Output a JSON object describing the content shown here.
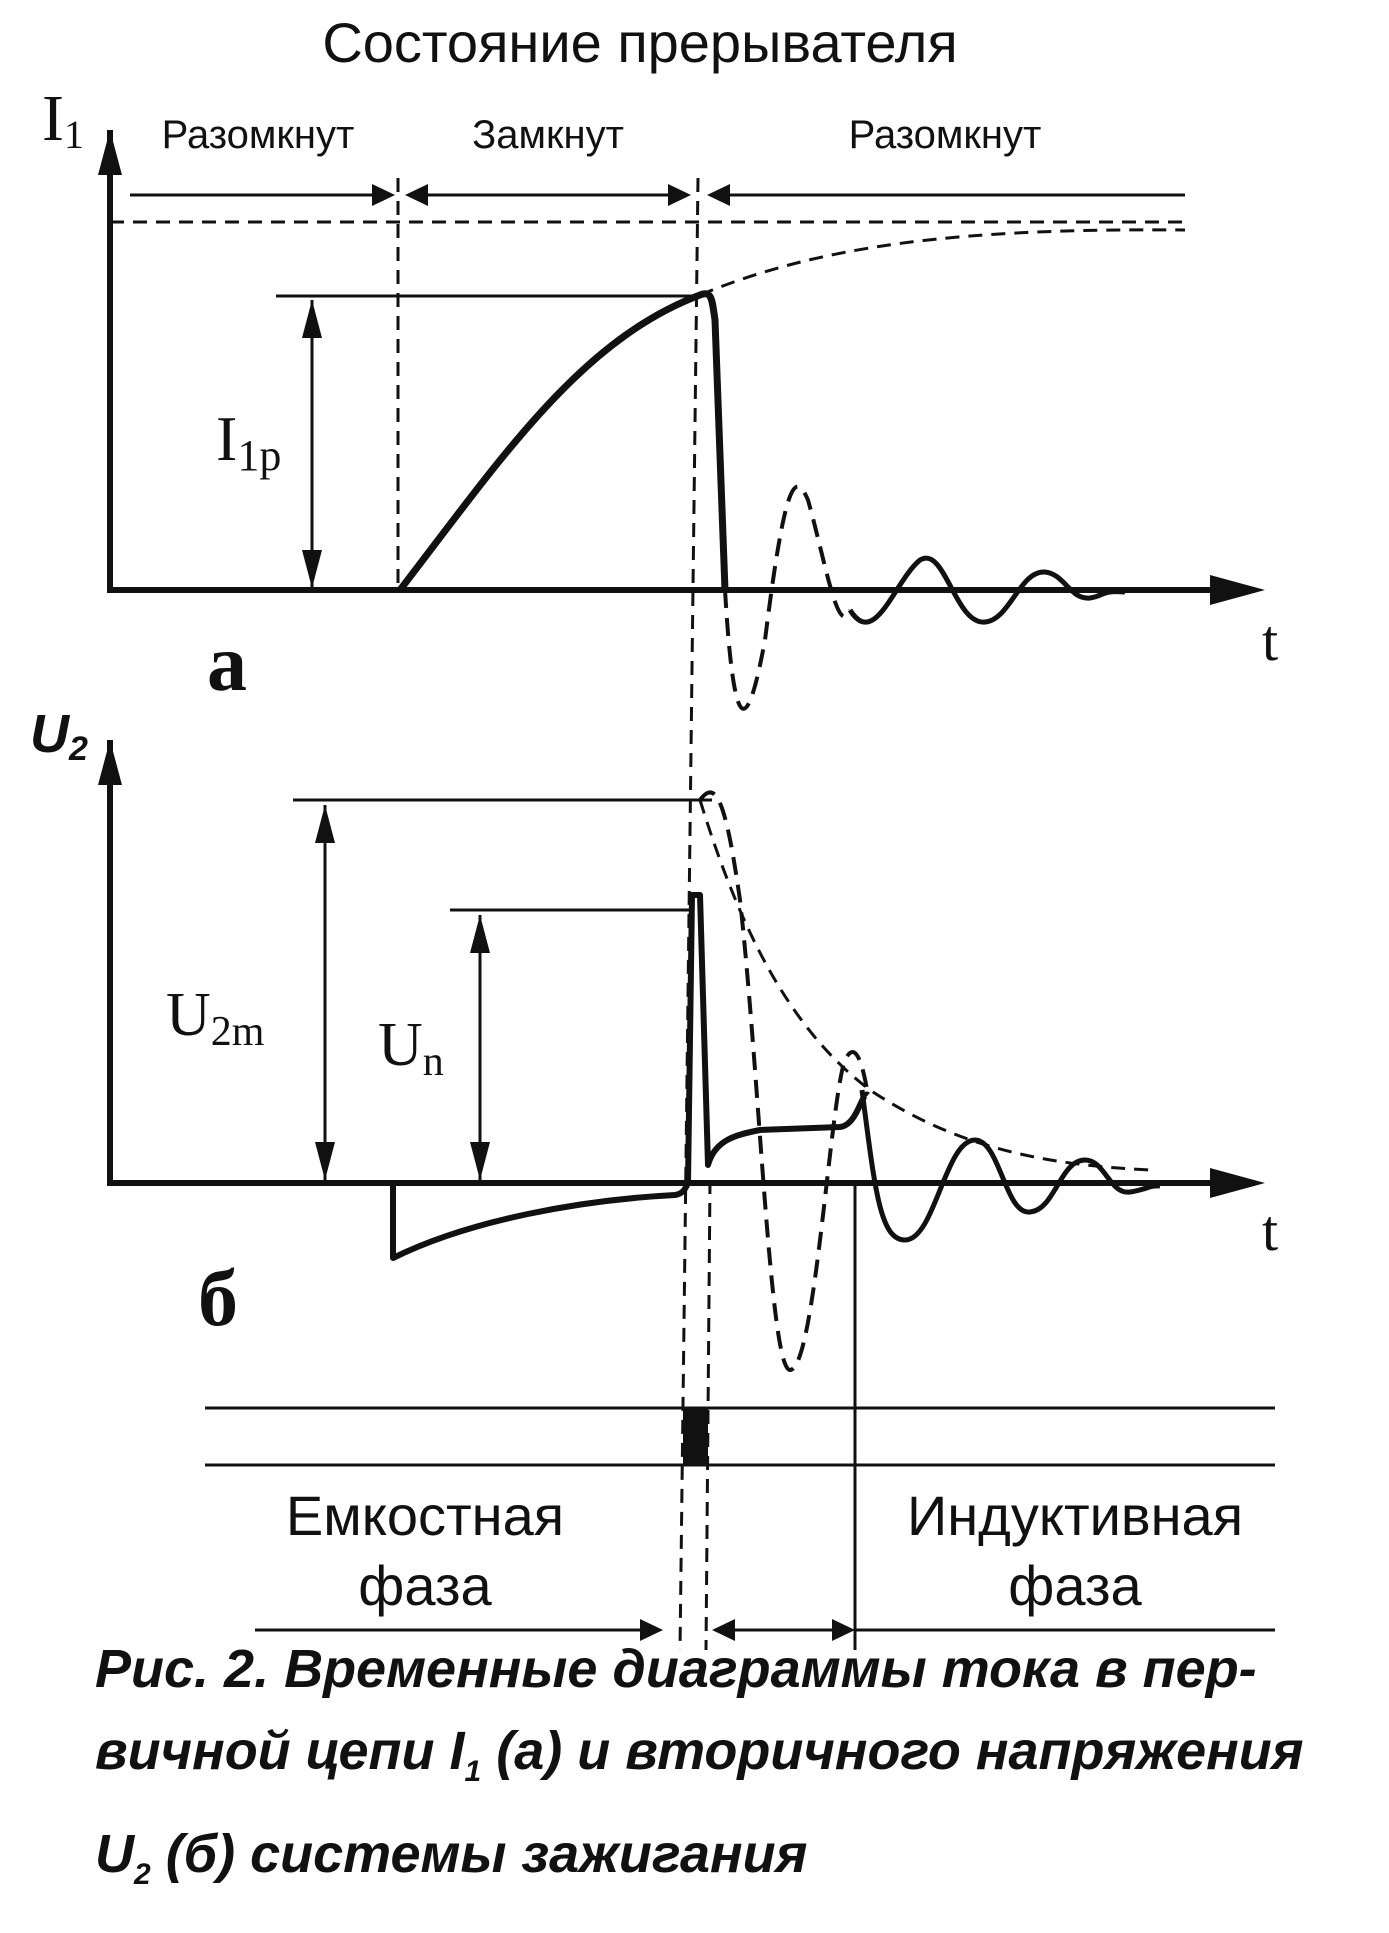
{
  "title": "Состояние прерывателя",
  "states": {
    "open_1": "Разомкнут",
    "closed": "Замкнут",
    "open_2": "Разомкнут"
  },
  "panel_a": {
    "label": "а",
    "y_axis": "I",
    "y_axis_sub": "1",
    "x_axis": "t",
    "peak_label": "I",
    "peak_label_sub": "1p"
  },
  "panel_b": {
    "label": "б",
    "y_axis": "U",
    "y_axis_sub": "2",
    "x_axis": "t",
    "peak_label": "U",
    "peak_label_sub": "2m",
    "breakdown_label": "U",
    "breakdown_label_sub": "n"
  },
  "phases": {
    "capacitive_1": "Емкостная",
    "capacitive_2": "фаза",
    "inductive_1": "Индуктивная",
    "inductive_2": "фаза"
  },
  "caption": {
    "line1": "Рис.  2. Временные диаграммы тока в пер-",
    "line2a": "вичной цепи I",
    "line2sub": "1",
    "line2b": " (а) и вторичного напряжения",
    "line3a": "U",
    "line3sub": "2",
    "line3b": "  (б) системы зажигания"
  },
  "colors": {
    "ink": "#111111",
    "background": "#ffffff"
  }
}
